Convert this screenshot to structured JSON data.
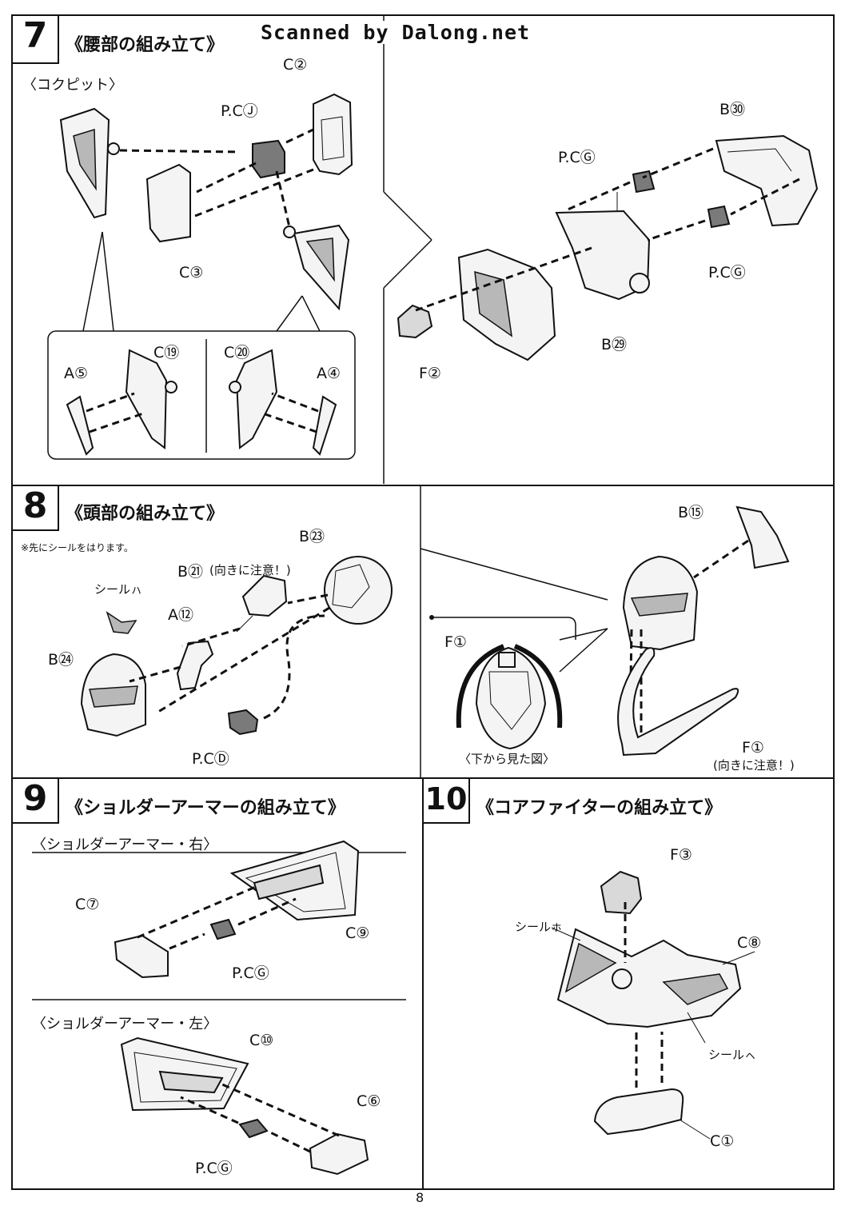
{
  "watermark": "Scanned by Dalong.net",
  "page_number": "8",
  "steps": [
    {
      "number": "7",
      "title": "《腰部の組み立て》",
      "sub_left": "〈コクピット〉",
      "labels": {
        "pcj": "P.CⒿ",
        "c2": "C②",
        "c3": "C③",
        "b30": "B㉚",
        "pcg_top": "P.CⒼ",
        "pcg_right": "P.CⒼ",
        "b29": "B㉙",
        "f2": "F②",
        "c19": "C⑲",
        "c20": "C⑳",
        "a5": "A⑤",
        "a4": "A④"
      }
    },
    {
      "number": "8",
      "title": "《頭部の組み立て》",
      "note": "※先にシールをはります。",
      "labels": {
        "b23": "B㉓",
        "b21": "B㉑",
        "b21_note": "(向きに注意！)",
        "seal_a": "シールㇵ",
        "a12": "A⑫",
        "b24": "B㉔",
        "pcd": "P.CⒹ",
        "b15": "B⑮",
        "f1_top": "F①",
        "view_caption": "〈下から見た図〉",
        "f1_right": "F①",
        "f1_note": "(向きに注意！)"
      }
    },
    {
      "number": "9",
      "title": "《ショルダーアーマーの組み立て》",
      "sub_right": "〈ショルダーアーマー・右〉",
      "sub_left": "〈ショルダーアーマー・左〉",
      "labels": {
        "c7": "C⑦",
        "c9": "C⑨",
        "pcg_1": "P.CⒼ",
        "c10": "C⑩",
        "c6": "C⑥",
        "pcg_2": "P.CⒼ"
      }
    },
    {
      "number": "10",
      "title": "《コアファイターの組み立て》",
      "labels": {
        "f3": "F③",
        "seal_o": "シールㇹ",
        "c8": "C⑧",
        "seal_e": "シールㇸ",
        "c1": "C①"
      }
    }
  ]
}
